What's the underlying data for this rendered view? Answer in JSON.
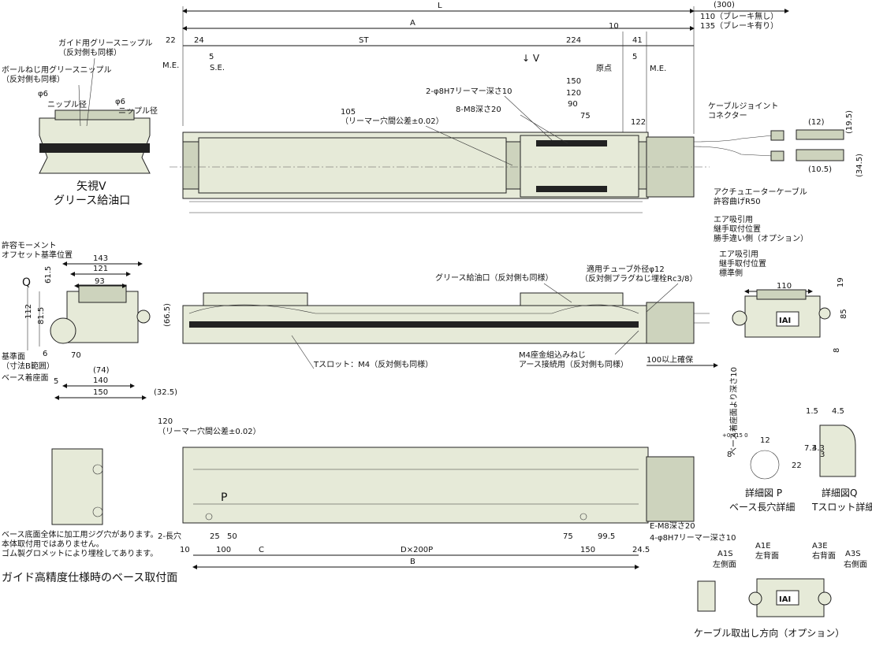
{
  "top_dims": {
    "L": "L",
    "A": "A",
    "d300": "(300)",
    "d110": "110（ブレーキ無し）",
    "d135": "135（ブレーキ有り）",
    "d22": "22",
    "d24": "24",
    "ST": "ST",
    "d224": "224",
    "d10": "10",
    "d41": "41",
    "d5a": "5",
    "d5b": "5",
    "ME_left": "M.E.",
    "SE": "S.E.",
    "genten": "原点",
    "ME_right": "M.E.",
    "V_arrow": "↓ V"
  },
  "top_callouts": {
    "reamer": "2-φ8H7リーマー深さ10",
    "m8": "8-M8深さ20",
    "d150": "150",
    "d120": "120",
    "d90": "90",
    "d75": "75",
    "d122": "122",
    "d105": "105",
    "reamer_tol": "（リーマー穴間公差±0.02）",
    "cable_joint_1": "ケーブルジョイント",
    "cable_joint_2": "コネクター",
    "act_cable_1": "アクチュエーターケーブル",
    "act_cable_2": "許容曲げR50",
    "d12": "(12)",
    "d19_5": "(19.5)",
    "d10_5": "(10.5)",
    "d34_5": "(34.5)"
  },
  "view_v": {
    "guide_nipple_1": "ガイド用グリースニップル",
    "guide_nipple_2": "（反対側も同様）",
    "ball_nipple_1": "ボールねじ用グリースニップル",
    "ball_nipple_2": "（反対側も同様）",
    "phi6_a": "φ6",
    "nipple_dia_a": "ニップル径",
    "phi6_b": "φ6",
    "nipple_dia_b": "ニップル径",
    "title_1": "矢視V",
    "title_2": "グリース給油口"
  },
  "side_view": {
    "moment_1": "許容モーメント",
    "moment_2": "オフセット基準位置",
    "d143": "143",
    "d121": "121",
    "d93": "93",
    "Q": "Q",
    "d61_5": "61.5",
    "d112": "112",
    "d81_5": "81.5",
    "d6": "6",
    "d66_5": "(66.5)",
    "kijun_1": "基準面",
    "kijun_2": "（寸法B範囲）",
    "base_face": "ベース着座面",
    "d70": "70",
    "d74": "(74)",
    "d140": "140",
    "d5": "5",
    "d150": "150",
    "d32_5": "(32.5)"
  },
  "middle": {
    "grease_port": "グリース給油口（反対側も同様）",
    "tube_1": "適用チューブ外径φ12",
    "tube_2": "（反対側プラグねじ埋栓Rc3/8）",
    "tslot": "Tスロット：M4（反対側も同様）",
    "m4_1": "M4座金組込みねじ",
    "m4_2": "アース接続用（反対側も同様）",
    "d100": "100以上確保"
  },
  "right_top": {
    "air1_1": "エア吸引用",
    "air1_2": "継手取付位置",
    "air1_3": "勝手違い側（オプション）",
    "air2_1": "エア吸引用",
    "air2_2": "継手取付位置",
    "air2_3": "標準側",
    "d110": "110",
    "d19": "19",
    "d85": "85",
    "d8": "8",
    "logo": "IAI"
  },
  "bottom": {
    "d120": "120",
    "reamer_tol": "（リーマー穴間公差±0.02）",
    "P": "P",
    "long_hole": "2-長穴",
    "d10": "10",
    "d25": "25",
    "d50": "50",
    "d100": "100",
    "C": "C",
    "DxP": "D×200P",
    "B": "B",
    "d75": "75",
    "d99_5": "99.5",
    "d150": "150",
    "d24_5": "24.5",
    "em8": "E-M8深さ20",
    "reamer4": "4-φ8H7リーマー深さ10"
  },
  "base_note": {
    "note1": "ベース底面全体に加工用ジグ穴があります。",
    "note2": "本体取付用ではありません。",
    "note3": "ゴム製グロメットにより埋栓してあります。",
    "title": "ガイド高精度仕様時のベース取付面"
  },
  "details": {
    "depth_note": "ベース着座面より深さ10",
    "d8": "8",
    "tol": "+0.015 0",
    "d12": "12",
    "d1_5": "1.5",
    "d4_5": "4.5",
    "d7_3": "7.3",
    "d4_3": "4.3",
    "d3": "3",
    "d22": "22",
    "P_title_1": "詳細図 P",
    "P_title_2": "ベース長穴詳細",
    "Q_title_1": "詳細図Q",
    "Q_title_2": "Tスロット詳細"
  },
  "cable_option": {
    "A1S_1": "A1S",
    "A1S_2": "左側面",
    "A1E_1": "A1E",
    "A1E_2": "左背面",
    "A3E_1": "A3E",
    "A3E_2": "右背面",
    "A3S_1": "A3S",
    "A3S_2": "右側面",
    "title": "ケーブル取出し方向（オプション）",
    "logo": "IAI"
  }
}
